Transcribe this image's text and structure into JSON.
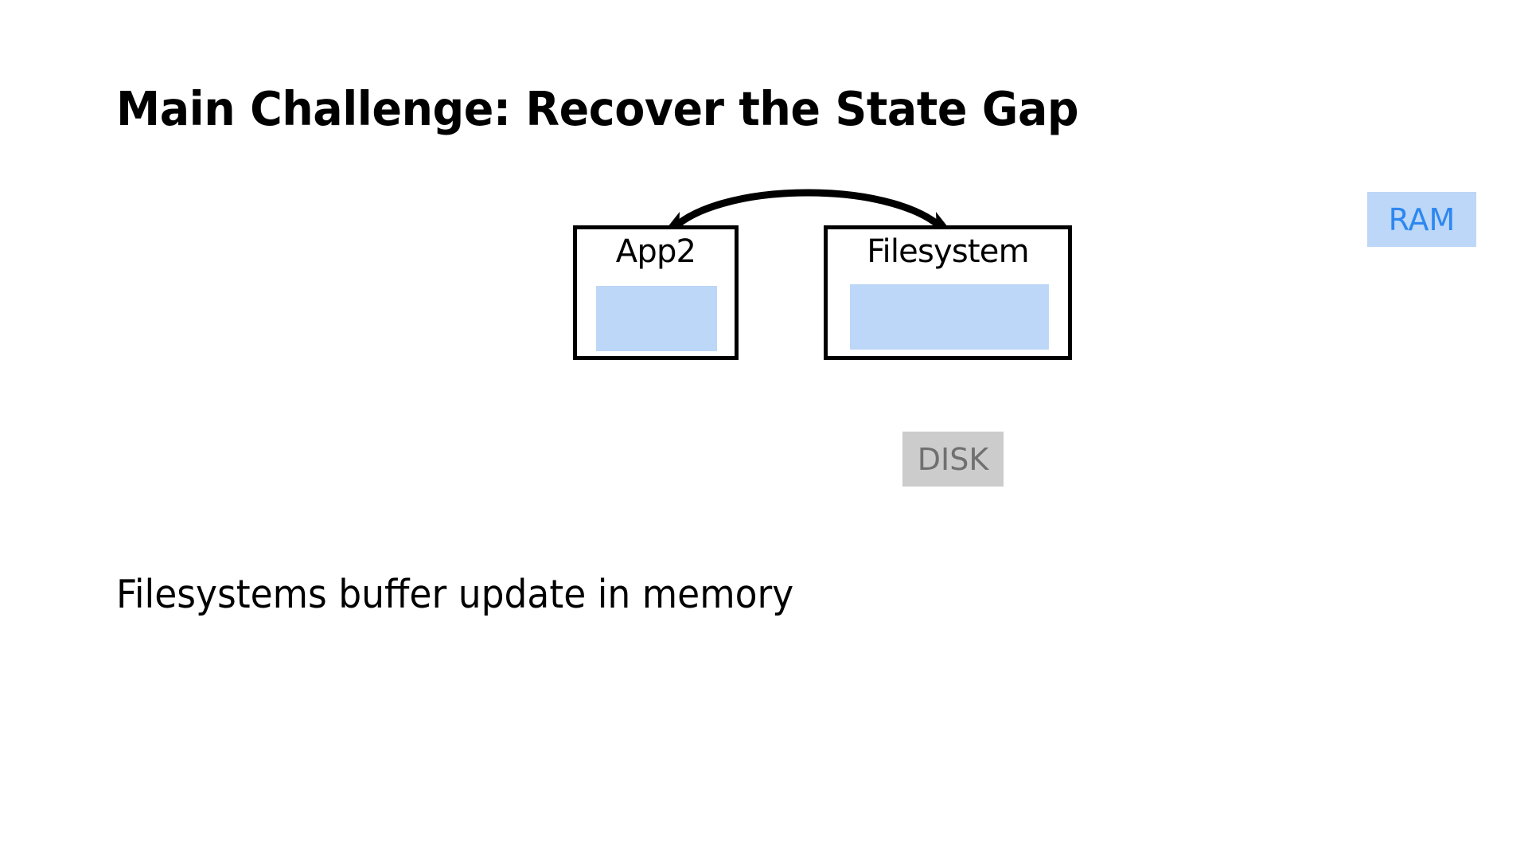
{
  "slide": {
    "title": "Main Challenge: Recover the State Gap",
    "caption": "Filesystems buffer update in memory",
    "background_color": "#ffffff"
  },
  "diagram": {
    "nodes": [
      {
        "id": "app2",
        "label": "App2",
        "memory_buffer_color": "#bcd7f7",
        "border_color": "#000000"
      },
      {
        "id": "filesystem",
        "label": "Filesystem",
        "memory_buffer_color": "#bcd7f7",
        "border_color": "#000000"
      }
    ],
    "connector": {
      "id": "app2-filesystem-link",
      "style": "curved-double-arrow",
      "color": "#000000",
      "from": "App2",
      "to": "Filesystem"
    }
  },
  "tiers": [
    {
      "id": "ram",
      "label": "RAM",
      "background_color": "#bcd7f7",
      "text_color": "#2d87f0"
    },
    {
      "id": "disk",
      "label": "DISK",
      "background_color": "#cccccc",
      "text_color": "#707070"
    }
  ]
}
